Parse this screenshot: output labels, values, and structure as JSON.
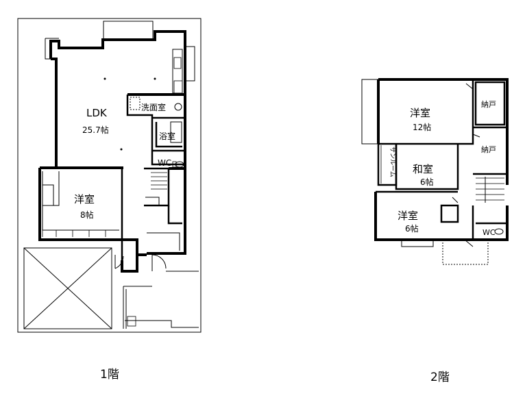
{
  "floor1": {
    "title": "1階",
    "ldk": {
      "name": "LDK",
      "size": "25.7帖"
    },
    "washroom": "洗面室",
    "bath": "浴室",
    "wc": "WC",
    "western_room": {
      "name": "洋室",
      "size": "8帖"
    }
  },
  "floor2": {
    "title": "2階",
    "western_room_large": {
      "name": "洋室",
      "size": "12帖"
    },
    "closet_top": "納戸",
    "closet_mid": "納戸",
    "japanese_room": {
      "name": "和室",
      "size": "6帖"
    },
    "sunroom": "サンルーム",
    "western_room_small": {
      "name": "洋室",
      "size": "6帖"
    },
    "wc": "WC"
  }
}
